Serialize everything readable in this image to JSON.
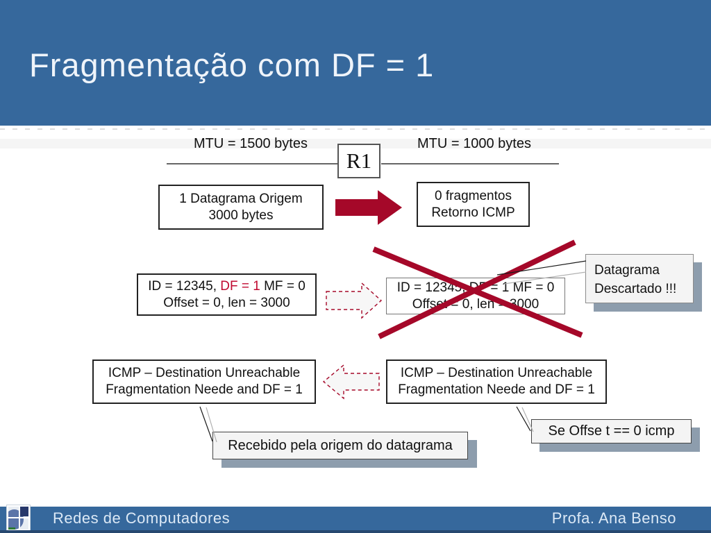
{
  "title": "Fragmentação com DF = 1",
  "colors": {
    "header-blue": "#36689C",
    "footer-edge": "#27486F",
    "accent-red": "#A50829",
    "text-red": "#C00A30",
    "shadow-gray": "#8D9DAD",
    "callout-fill": "#F4F4F4"
  },
  "diagram": {
    "mtu_left": "MTU = 1500 bytes",
    "mtu_right": "MTU = 1000 bytes",
    "router_label": "R1",
    "source_box": {
      "line1": "1 Datagrama Origem",
      "line2": "3000 bytes"
    },
    "result_box": {
      "line1": "0 fragmentos",
      "line2": "Retorno ICMP"
    },
    "id_left_box": {
      "prefix": "ID = 12345, ",
      "highlight": "DF = 1",
      "suffix": " MF = 0",
      "line2": "Offset = 0, len = 3000"
    },
    "id_right_box": {
      "line1": "ID = 12345, DF = 1 MF = 0",
      "line2": "Offset = 0, len = 3000"
    },
    "callout_discarded": {
      "line1": "Datagrama",
      "line2": "Descartado !!!"
    },
    "icmp_left_box": {
      "line1": "ICMP – Destination Unreachable",
      "line2": "Fragmentation Neede and DF = 1"
    },
    "icmp_right_box": {
      "line1": "ICMP – Destination Unreachable",
      "line2": "Fragmentation Neede and DF = 1"
    },
    "callout_received": "Recebido pela origem do datagrama",
    "callout_offset": "Se Offse t == 0 icmp"
  },
  "footer": {
    "course": "Redes de Computadores",
    "professor": "Profa. Ana Benso"
  }
}
